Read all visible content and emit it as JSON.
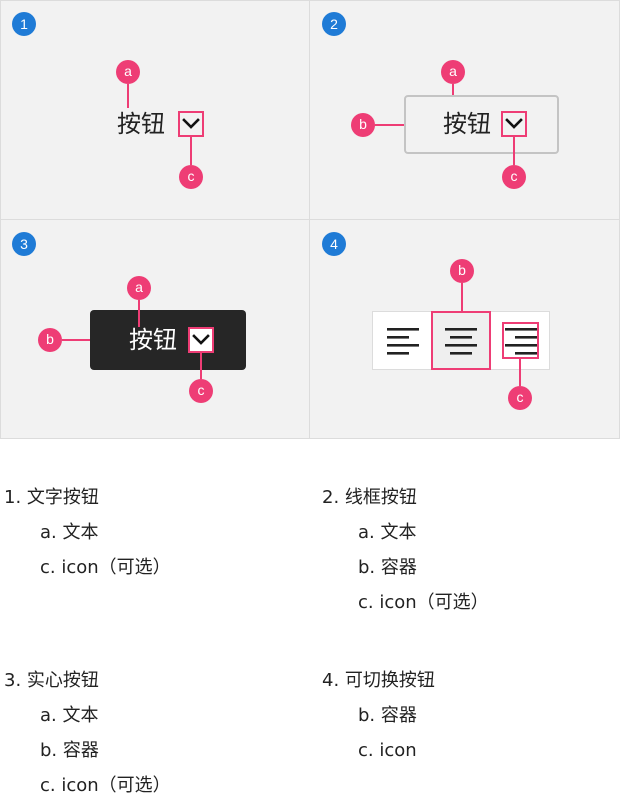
{
  "panels": [
    {
      "number": "1",
      "button_label": "按钮",
      "badges": [
        "a",
        "c"
      ]
    },
    {
      "number": "2",
      "button_label": "按钮",
      "badges": [
        "a",
        "b",
        "c"
      ]
    },
    {
      "number": "3",
      "button_label": "按钮",
      "badges": [
        "a",
        "b",
        "c"
      ]
    },
    {
      "number": "4",
      "badges": [
        "b",
        "c"
      ],
      "toggle_icons": [
        "align-left-icon",
        "align-center-icon",
        "align-right-icon"
      ]
    }
  ],
  "legend": [
    {
      "title": "1. 文字按钮",
      "items": [
        "a. 文本",
        "c. icon（可选）"
      ]
    },
    {
      "title": "2. 线框按钮",
      "items": [
        "a. 文本",
        "b. 容器",
        "c. icon（可选）"
      ]
    },
    {
      "title": "3. 实心按钮",
      "items": [
        "a. 文本",
        "b. 容器",
        "c. icon（可选）"
      ]
    },
    {
      "title": "4. 可切换按钮",
      "items": [
        "b. 容器",
        "c. icon"
      ]
    }
  ],
  "colors": {
    "accent": "#ee3d75",
    "number_badge": "#1f7bd6",
    "panel_bg": "#f2f2f2",
    "solid_button": "#262626"
  }
}
